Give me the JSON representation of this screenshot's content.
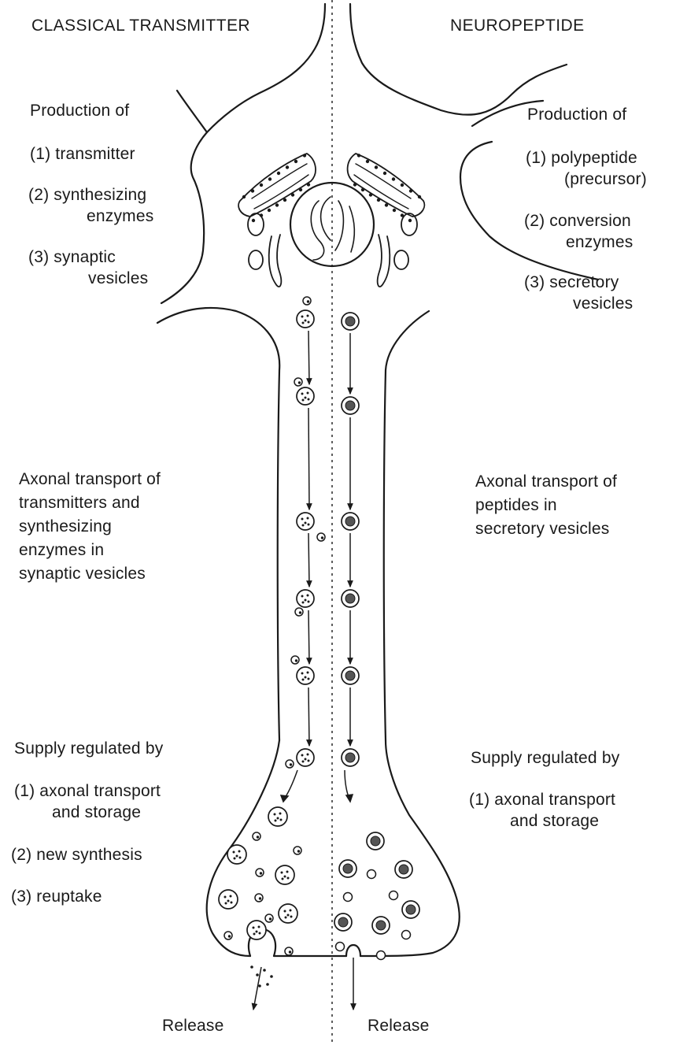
{
  "headers": {
    "left": "CLASSICAL TRANSMITTER",
    "right": "NEUROPEPTIDE"
  },
  "left": {
    "production_title": "Production of",
    "production_items": [
      "(1) transmitter",
      "(2) synthesizing",
      "enzymes",
      "(3) synaptic",
      "vesicles"
    ],
    "transport": "Axonal transport of\ntransmitters and\nsynthesizing\nenzymes in\nsynaptic vesicles",
    "supply_title": "Supply regulated by",
    "supply_items": [
      "(1) axonal transport",
      "and storage",
      "(2) new synthesis",
      "(3) reuptake"
    ],
    "release": "Release"
  },
  "right": {
    "production_title": "Production of",
    "production_items": [
      "(1) polypeptide",
      "(precursor)",
      "(2) conversion",
      "enzymes",
      "(3) secretory",
      "vesicles"
    ],
    "transport": "Axonal transport of\npeptides in\nsecretory vesicles",
    "supply_title": "Supply regulated by",
    "supply_items": [
      "(1) axonal transport",
      "and storage"
    ],
    "release": "Release"
  },
  "colors": {
    "ink": "#1a1a1a",
    "paper": "#ffffff"
  }
}
